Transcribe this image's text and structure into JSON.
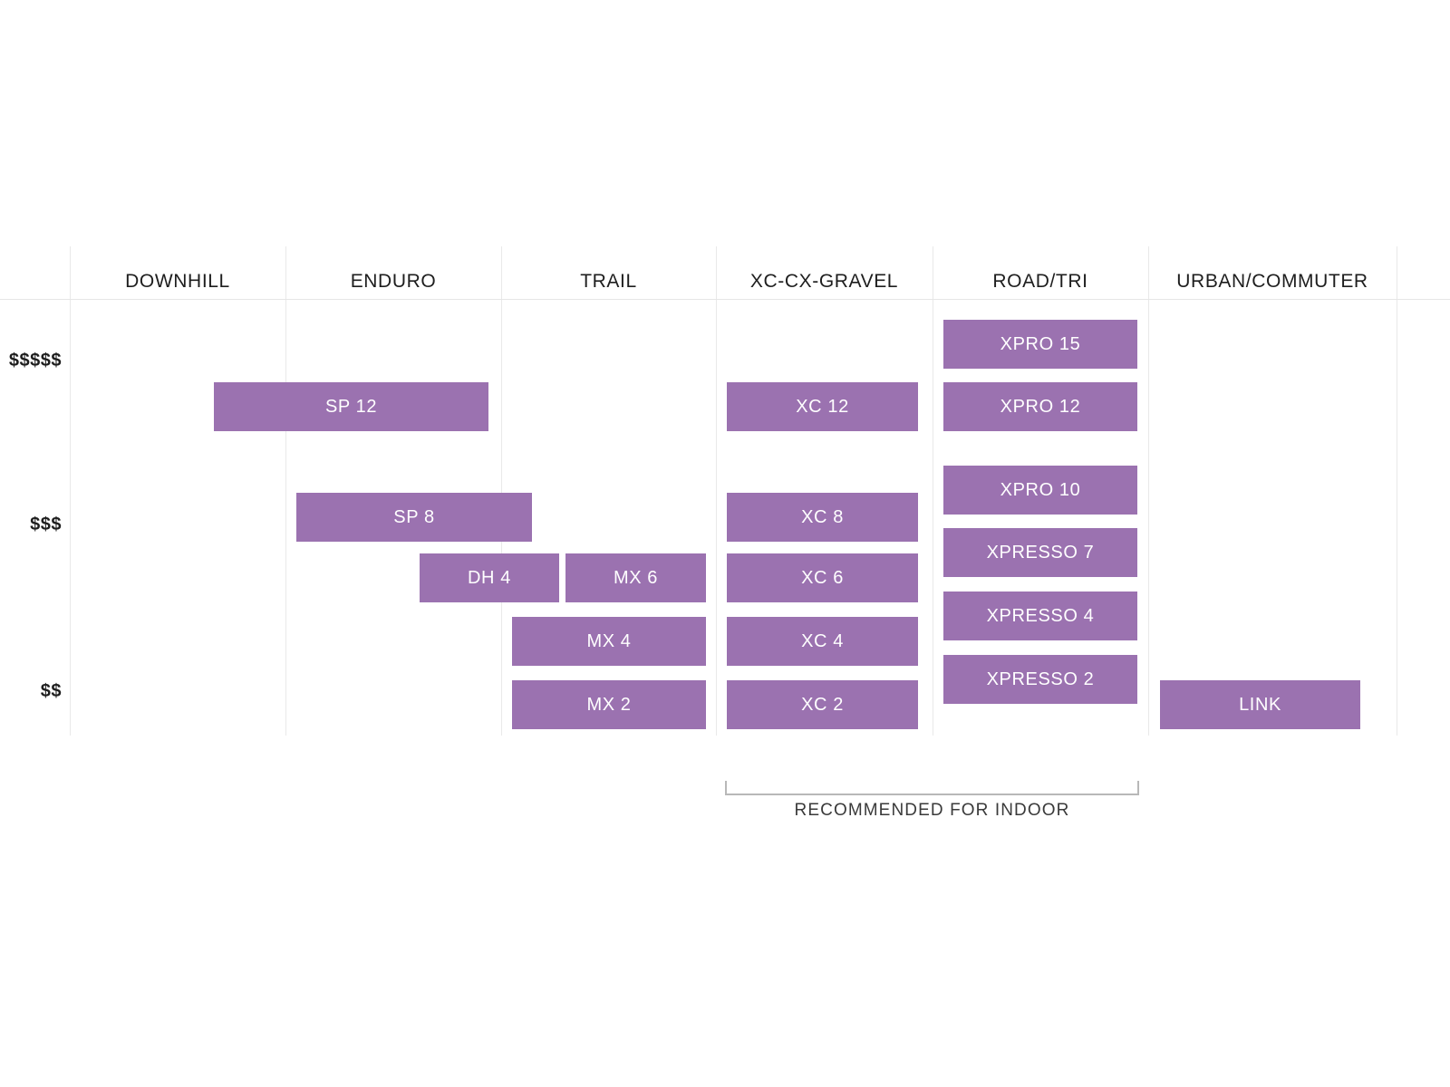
{
  "chart_data": {
    "type": "table",
    "title": "",
    "xlabel": "",
    "ylabel": "",
    "grid": true,
    "legend": "none",
    "categories": [
      "DOWNHILL",
      "ENDURO",
      "TRAIL",
      "XC-CX-GRAVEL",
      "ROAD/TRI",
      "URBAN/COMMUTER"
    ],
    "price_tiers": [
      "$$$$$",
      "$$$",
      "$$"
    ],
    "series": [
      {
        "name": "DOWNHILL",
        "values": [
          {
            "label": "SP 12",
            "price_tier": "$$$$$",
            "spans_columns": [
              "DOWNHILL",
              "ENDURO"
            ]
          }
        ]
      },
      {
        "name": "ENDURO",
        "values": [
          {
            "label": "SP 12",
            "price_tier": "$$$$$",
            "spans_columns": [
              "DOWNHILL",
              "ENDURO"
            ]
          },
          {
            "label": "SP 8",
            "price_tier": "$$$",
            "spans_columns": [
              "ENDURO",
              "TRAIL"
            ]
          },
          {
            "label": "DH 4",
            "price_tier": "$$$",
            "spans_columns": [
              "ENDURO",
              "TRAIL"
            ]
          }
        ]
      },
      {
        "name": "TRAIL",
        "values": [
          {
            "label": "MX 6",
            "price_tier": "$$$"
          },
          {
            "label": "MX 4",
            "price_tier": "$$$"
          },
          {
            "label": "MX 2",
            "price_tier": "$$"
          }
        ]
      },
      {
        "name": "XC-CX-GRAVEL",
        "values": [
          {
            "label": "XC 12",
            "price_tier": "$$$$$"
          },
          {
            "label": "XC 8",
            "price_tier": "$$$"
          },
          {
            "label": "XC 6",
            "price_tier": "$$$"
          },
          {
            "label": "XC 4",
            "price_tier": "$$$"
          },
          {
            "label": "XC 2",
            "price_tier": "$$"
          }
        ]
      },
      {
        "name": "ROAD/TRI",
        "values": [
          {
            "label": "XPRO 15",
            "price_tier": "$$$$$"
          },
          {
            "label": "XPRO 12",
            "price_tier": "$$$$$"
          },
          {
            "label": "XPRO 10",
            "price_tier": "$$$"
          },
          {
            "label": "XPRESSO 7",
            "price_tier": "$$$"
          },
          {
            "label": "XPRESSO 4",
            "price_tier": "$$$"
          },
          {
            "label": "XPRESSO 2",
            "price_tier": "$$"
          }
        ]
      },
      {
        "name": "URBAN/COMMUTER",
        "values": [
          {
            "label": "LINK",
            "price_tier": "$$"
          }
        ]
      }
    ],
    "annotations": [
      {
        "text": "RECOMMENDED FOR INDOOR",
        "covers_columns": [
          "XC-CX-GRAVEL",
          "ROAD/TRI"
        ]
      }
    ],
    "colors": {
      "bar": "#9b72b0",
      "bar_text": "#ffffff",
      "grid": "#e9e9e9",
      "axis_text": "#1e1e1e",
      "background": "#ffffff",
      "bracket": "#b8b8b8"
    }
  },
  "columns": [
    {
      "label": "DOWNHILL"
    },
    {
      "label": "ENDURO"
    },
    {
      "label": "TRAIL"
    },
    {
      "label": "XC-CX-GRAVEL"
    },
    {
      "label": "ROAD/TRI"
    },
    {
      "label": "URBAN/COMMUTER"
    }
  ],
  "price_labels": [
    {
      "label": "$$$$$"
    },
    {
      "label": "$$$"
    },
    {
      "label": "$$"
    }
  ],
  "bars": [
    {
      "label": "SP 12"
    },
    {
      "label": "SP 8"
    },
    {
      "label": "DH 4"
    },
    {
      "label": "MX 6"
    },
    {
      "label": "MX 4"
    },
    {
      "label": "MX 2"
    },
    {
      "label": "XC 12"
    },
    {
      "label": "XC 8"
    },
    {
      "label": "XC 6"
    },
    {
      "label": "XC 4"
    },
    {
      "label": "XC 2"
    },
    {
      "label": "XPRO 15"
    },
    {
      "label": "XPRO 12"
    },
    {
      "label": "XPRO 10"
    },
    {
      "label": "XPRESSO 7"
    },
    {
      "label": "XPRESSO 4"
    },
    {
      "label": "XPRESSO 2"
    },
    {
      "label": "LINK"
    }
  ],
  "annotation": {
    "label": "RECOMMENDED FOR INDOOR"
  }
}
